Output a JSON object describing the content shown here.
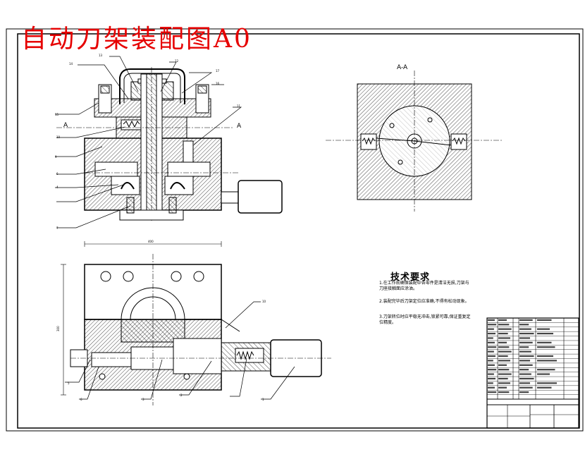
{
  "drawing": {
    "title": "自动刀架装配图A0",
    "section_view_label": "A-A",
    "section_marks": [
      "A",
      "A"
    ],
    "technical_requirements": {
      "heading": "技术要求",
      "notes": [
        "1.在工作前确保装配中各零件是清洁无损,刀架与刀座接触面应涂油。",
        "2.装配完毕后刀架定位应准确,不得有松动现象。",
        "3.刀架转位时应平稳无冲击,锁紧可靠,保证重复定位精度。"
      ]
    },
    "part_numbers_top": [
      "14",
      "13",
      "12",
      "17",
      "15",
      "16",
      "10",
      "11",
      "9",
      "6",
      "4",
      "7"
    ],
    "part_numbers_bottom": [
      "10",
      "5",
      "6",
      "3",
      "2",
      "1"
    ],
    "dimension_labels": [
      "400",
      "300"
    ],
    "colors": {
      "title": "#e60000",
      "lines": "#000000",
      "hatch": "#000000"
    }
  }
}
